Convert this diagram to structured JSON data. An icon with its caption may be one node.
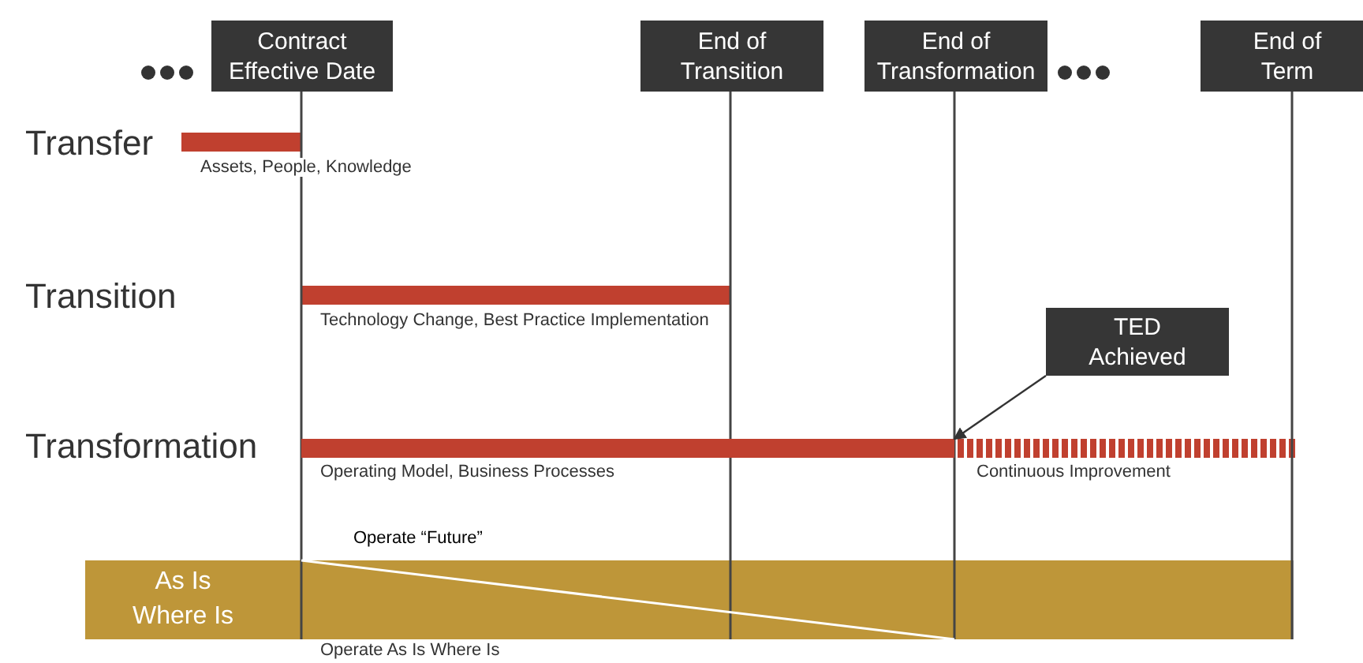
{
  "diagram": {
    "nodes": [
      {
        "text": [
          "Contract Effective Date"
        ]
      },
      {
        "text": [
          "End of Transition"
        ]
      },
      {
        "text": [
          "End of Transformation"
        ]
      },
      {
        "text": [
          "End of Term"
        ]
      },
      {
        "text": [
          "TED Achieved"
        ]
      },
      {
        "text": [
          "As Is Where Is"
        ],
        "beside": [
          "Operate “Future”",
          "Operate As Is Where Is"
        ]
      },
      {
        "text": [],
        "shape": "bar"
      }
    ],
    "edges": [
      {
        "from": 4,
        "to": 6,
        "arrow": "to"
      }
    ],
    "labels": [
      "Transfer",
      "Assets, People, Knowledge",
      "Transition",
      "Technology Change, Best Practice Implementation",
      "Transformation",
      "Operating Model, Business Processes",
      "Continuous Improvement"
    ]
  }
}
